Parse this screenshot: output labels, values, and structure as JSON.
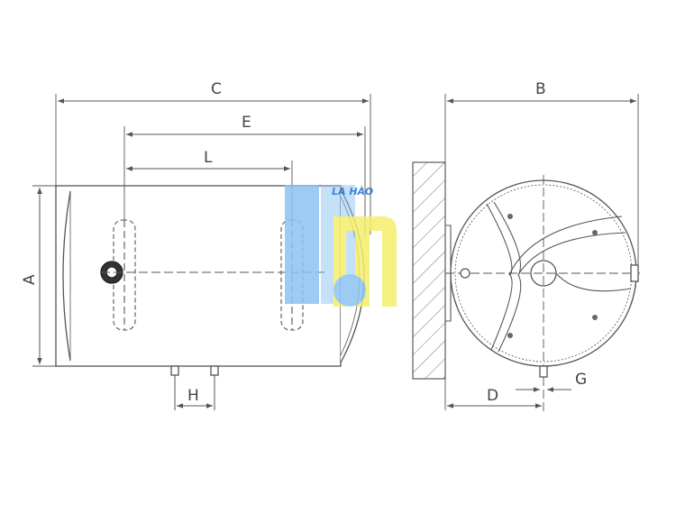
{
  "dimensions": {
    "C": "C",
    "E": "E",
    "L": "L",
    "A": "A",
    "H": "H",
    "B": "B",
    "D": "D",
    "G": "G"
  },
  "logo": {
    "text": "LA HÀO",
    "color_blue": "#8ec3f2",
    "color_yellow": "#f4ee6a",
    "color_text": "#1f6fd1"
  },
  "colors": {
    "line": "#555555",
    "hatch": "#777777"
  }
}
